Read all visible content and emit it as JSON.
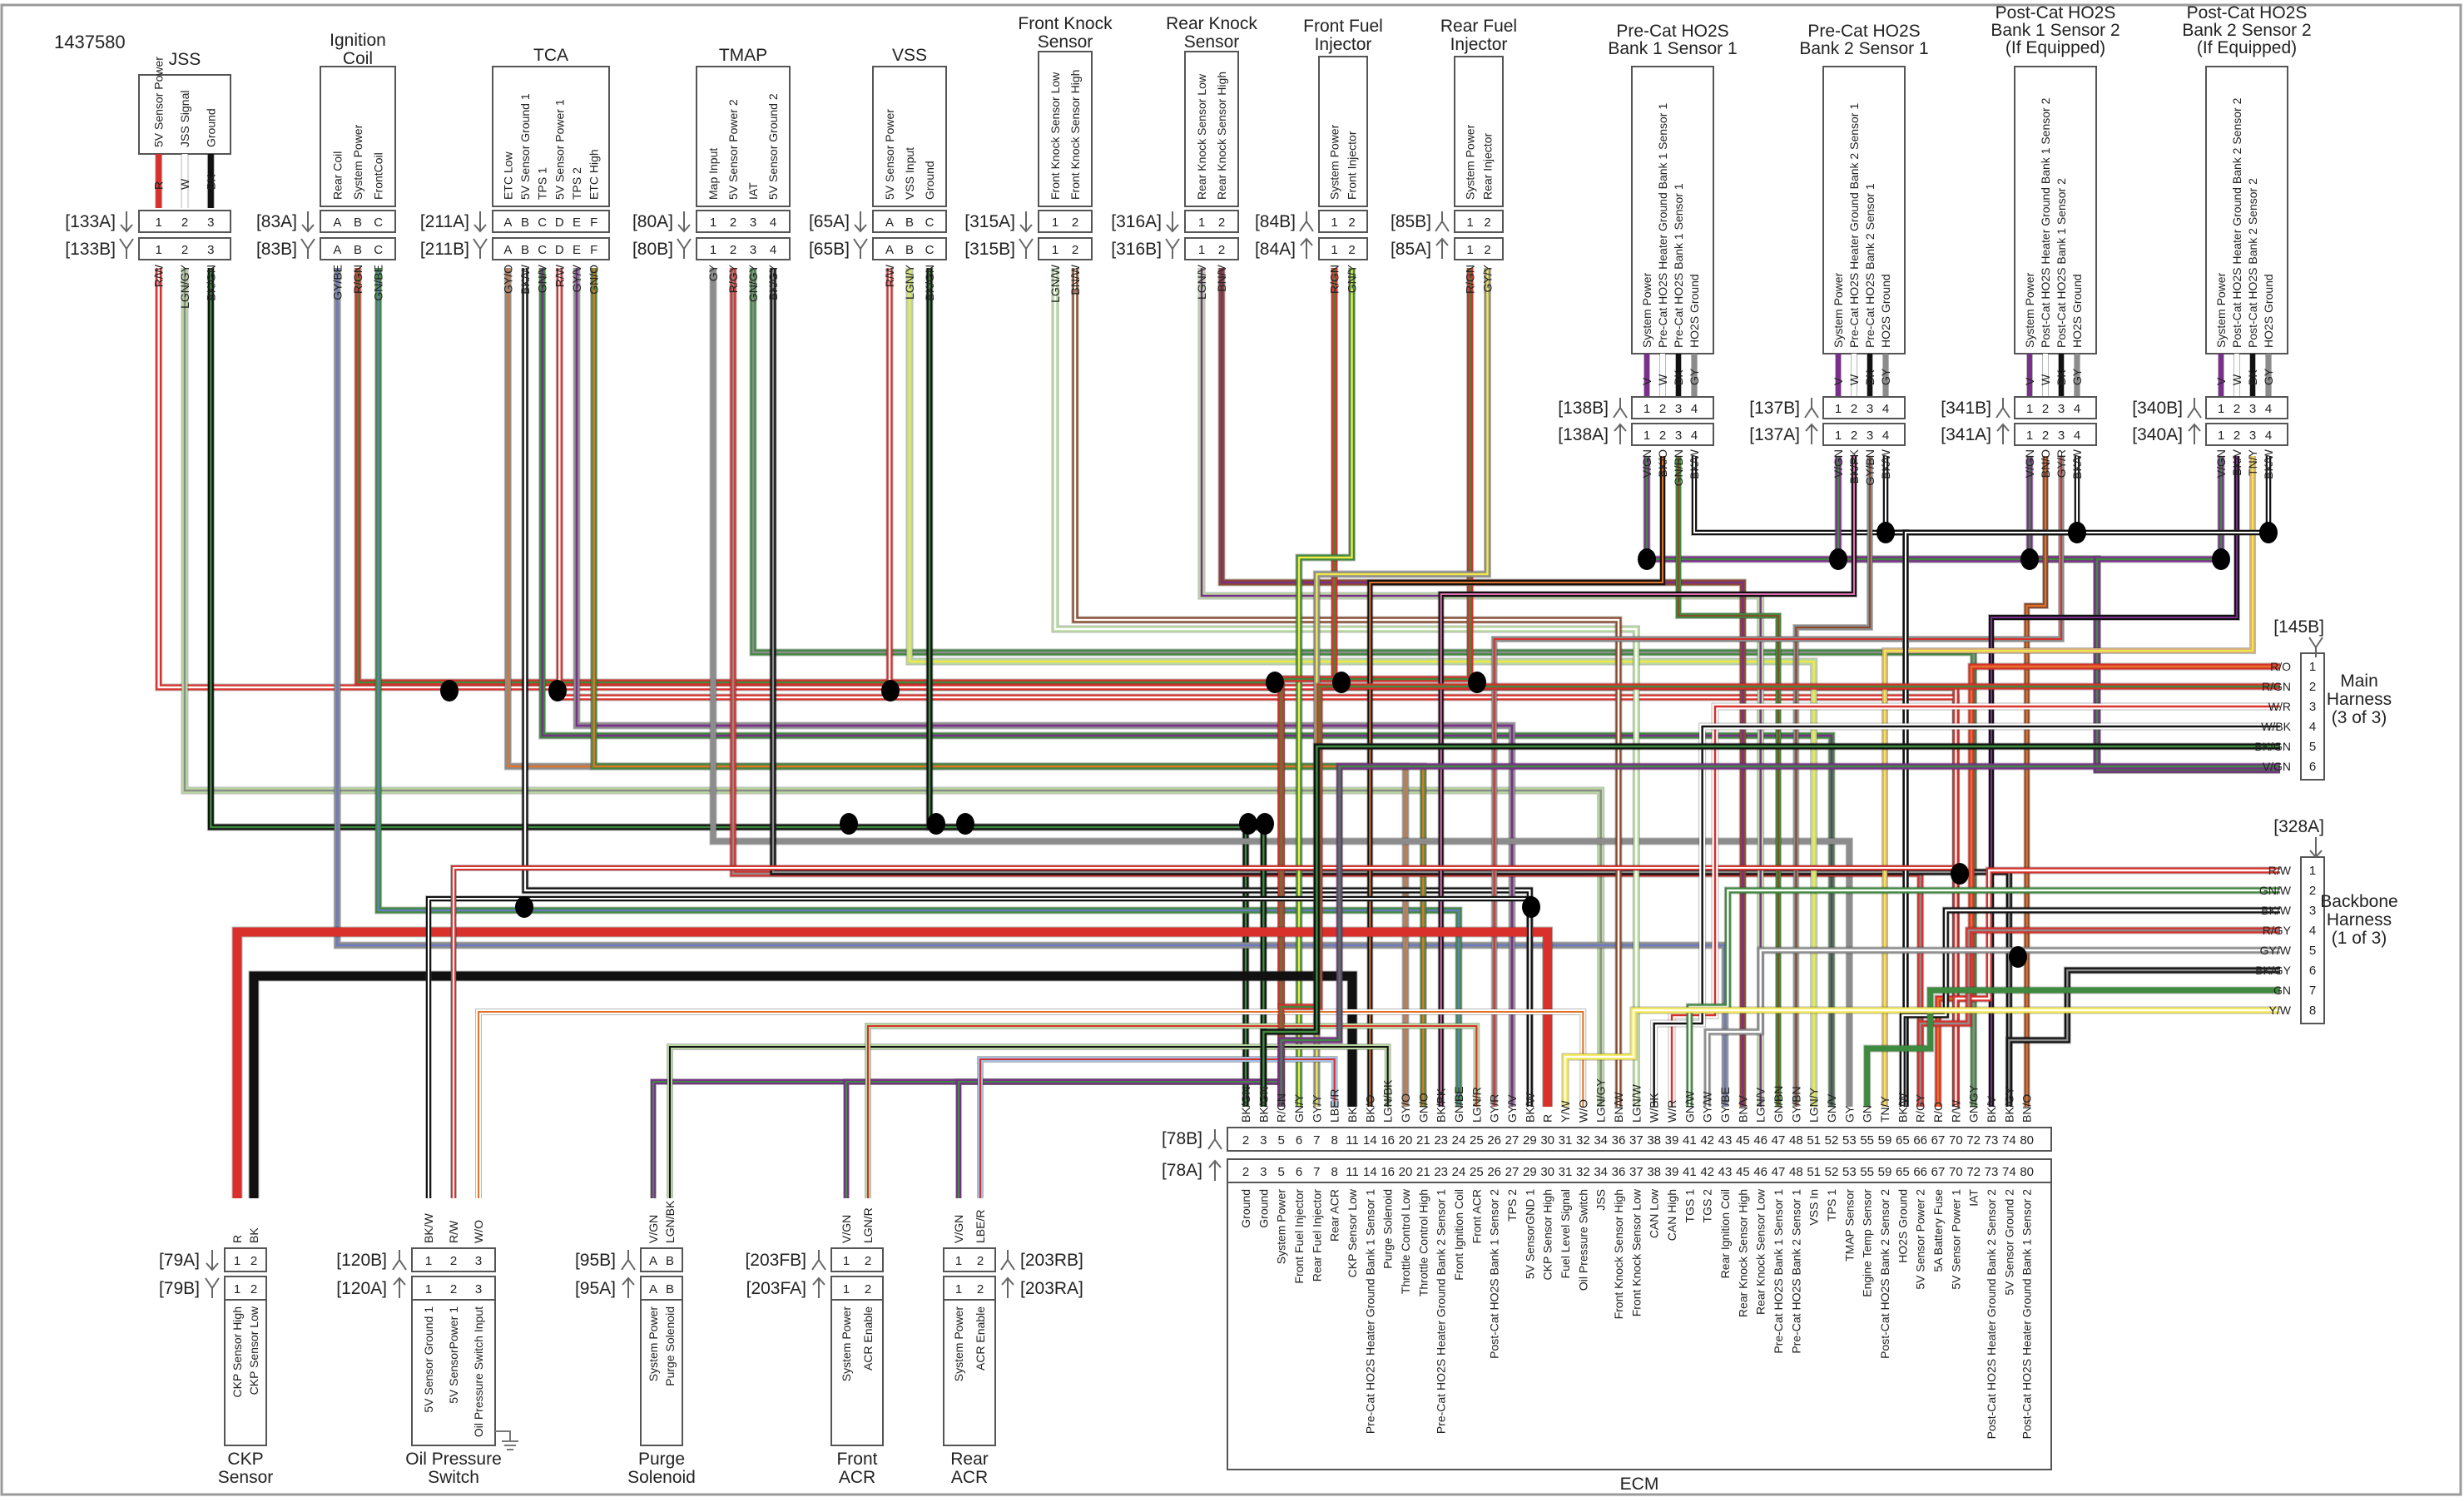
{
  "document": {
    "figure_id": "1437580",
    "ecm_label": "ECM"
  },
  "colors": {
    "R": "#d9302b",
    "BK": "#111111",
    "W": "#ffffff",
    "GN": "#3e8a3e",
    "LGN": "#b9d9a0",
    "GY": "#8c8c8c",
    "BE": "#6b7bbf",
    "LBE": "#9fc1e6",
    "BN": "#8b4a2b",
    "O": "#e2742a",
    "V": "#7b2f8c",
    "Y": "#f2e84a",
    "PK": "#e06db0",
    "TN": "#d8b27a"
  },
  "top_connectors": [
    {
      "name": "JSS",
      "id_a": "[133A]",
      "id_b": "[133B]",
      "pins": [
        "1",
        "2",
        "3"
      ],
      "functions": [
        "5V Sensor Power",
        "JSS Signal",
        "Ground"
      ],
      "sensor_wires": [
        "R",
        "W",
        "BK"
      ],
      "harness_wires": [
        "R/W",
        "LGN/GY",
        "BK/GN"
      ]
    },
    {
      "name": "Ignition Coil",
      "id_a": "[83A]",
      "id_b": "[83B]",
      "pins": [
        "A",
        "B",
        "C"
      ],
      "functions": [
        "Rear Coil",
        "System Power",
        "FrontCoil"
      ],
      "sensor_wires": [],
      "harness_wires": [
        "GY/BE",
        "R/GN",
        "GN/BE"
      ]
    },
    {
      "name": "TCA",
      "id_a": "[211A]",
      "id_b": "[211B]",
      "pins": [
        "A",
        "B",
        "C",
        "D",
        "E",
        "F"
      ],
      "functions": [
        "ETC Low",
        "5V Sensor Ground 1",
        "TPS 1",
        "5V Sensor Power 1",
        "TPS 2",
        "ETC High"
      ],
      "sensor_wires": [],
      "harness_wires": [
        "GY/O",
        "BK/W",
        "GN/V",
        "R/W",
        "GY/V",
        "GN/O"
      ]
    },
    {
      "name": "TMAP",
      "id_a": "[80A]",
      "id_b": "[80B]",
      "pins": [
        "1",
        "2",
        "3",
        "4"
      ],
      "functions": [
        "Map Input",
        "5V Sensor Power 2",
        "IAT",
        "5V Sensor Ground 2"
      ],
      "sensor_wires": [],
      "harness_wires": [
        "GY",
        "R/GY",
        "GN/GY",
        "BK/GY"
      ]
    },
    {
      "name": "VSS",
      "id_a": "[65A]",
      "id_b": "[65B]",
      "pins": [
        "A",
        "B",
        "C"
      ],
      "functions": [
        "5V Sensor Power",
        "VSS Input",
        "Ground"
      ],
      "sensor_wires": [],
      "harness_wires": [
        "R/W",
        "LGN/Y",
        "BK/GN"
      ]
    },
    {
      "name": "Front Knock Sensor",
      "id_a": "[315A]",
      "id_b": "[315B]",
      "pins": [
        "1",
        "2"
      ],
      "functions": [
        "Front Knock Sensor Low",
        "Front Knock Sensor High"
      ],
      "sensor_wires": [],
      "harness_wires": [
        "LGN/W",
        "BN/W"
      ]
    },
    {
      "name": "Rear Knock Sensor",
      "id_a": "[316A]",
      "id_b": "[316B]",
      "pins": [
        "1",
        "2"
      ],
      "functions": [
        "Rear Knock Sensor Low",
        "Rear Knock Sensor High"
      ],
      "sensor_wires": [],
      "harness_wires": [
        "LGN/V",
        "BN/V"
      ]
    },
    {
      "name": "Front Fuel Injector",
      "id_a": "[84B]",
      "id_b": "[84A]",
      "pins": [
        "1",
        "2"
      ],
      "functions": [
        "System Power",
        "Front Injector"
      ],
      "sensor_wires": [],
      "harness_wires": [
        "R/GN",
        "GN/Y"
      ]
    },
    {
      "name": "Rear Fuel Injector",
      "id_a": "[85B]",
      "id_b": "[85A]",
      "pins": [
        "1",
        "2"
      ],
      "functions": [
        "System Power",
        "Rear Injector"
      ],
      "sensor_wires": [],
      "harness_wires": [
        "R/GN",
        "GY/Y"
      ]
    }
  ],
  "ho2s_connectors": [
    {
      "name": "Pre-Cat HO2S Bank 1 Sensor 1",
      "id_b": "[138B]",
      "id_a": "[138A]",
      "pins": [
        "1",
        "2",
        "3",
        "4"
      ],
      "functions": [
        "System Power",
        "Pre-Cat HO2S Heater Ground Bank 1 Sensor 1",
        "Pre-Cat HO2S Bank 1 Sensor 1",
        "HO2S Ground"
      ],
      "sensor_wires": [
        "V",
        "W",
        "BK",
        "GY"
      ],
      "harness_wires": [
        "V/GN",
        "BK/O",
        "GN/BN",
        "BK/W"
      ]
    },
    {
      "name": "Pre-Cat HO2S Bank 2 Sensor 1",
      "id_b": "[137B]",
      "id_a": "[137A]",
      "pins": [
        "1",
        "2",
        "3",
        "4"
      ],
      "functions": [
        "System Power",
        "Pre-Cat HO2S Heater Ground Bank 2 Sensor 1",
        "Pre-Cat HO2S Bank 2 Sensor 1",
        "HO2S Ground"
      ],
      "sensor_wires": [
        "V",
        "W",
        "BK",
        "GY"
      ],
      "harness_wires": [
        "V/GN",
        "BK/PK",
        "GY/BN",
        "BK/W"
      ]
    },
    {
      "name": "Post-Cat HO2S Bank 1 Sensor 2 (If Equipped)",
      "id_b": "[341B]",
      "id_a": "[341A]",
      "pins": [
        "1",
        "2",
        "3",
        "4"
      ],
      "functions": [
        "System Power",
        "Post-Cat HO2S Heater Ground Bank 1 Sensor 2",
        "Post-Cat HO2S Bank 1 Sensor 2",
        "HO2S Ground"
      ],
      "sensor_wires": [
        "V",
        "W",
        "BK",
        "GY"
      ],
      "harness_wires": [
        "V/GN",
        "BN/O",
        "GY/R",
        "BK/W"
      ]
    },
    {
      "name": "Post-Cat HO2S Bank 2 Sensor 2 (If Equipped)",
      "id_b": "[340B]",
      "id_a": "[340A]",
      "pins": [
        "1",
        "2",
        "3",
        "4"
      ],
      "functions": [
        "System Power",
        "Post-Cat HO2S Heater Ground Bank 2 Sensor 2",
        "Post-Cat HO2S Bank 2 Sensor 2",
        "HO2S Ground"
      ],
      "sensor_wires": [
        "V",
        "W",
        "BK",
        "GY"
      ],
      "harness_wires": [
        "V/GN",
        "BK/V",
        "TN/Y",
        "BK/W"
      ]
    }
  ],
  "bottom_connectors": [
    {
      "name": "CKP Sensor",
      "id_a": "[79A]",
      "id_b": "[79B]",
      "pins": [
        "1",
        "2"
      ],
      "functions": [
        "CKP Sensor High",
        "CKP Sensor Low"
      ],
      "harness_wires": [
        "R",
        "BK"
      ]
    },
    {
      "name": "Oil Pressure Switch",
      "id_a": "[120B]",
      "id_b": "[120A]",
      "pins": [
        "1",
        "2",
        "3"
      ],
      "functions": [
        "5V Sensor Ground 1",
        "5V SensorPower 1",
        "Oil Pressure Switch Input"
      ],
      "harness_wires": [
        "BK/W",
        "R/W",
        "W/O"
      ]
    },
    {
      "name": "Purge Solenoid",
      "id_a": "[95B]",
      "id_b": "[95A]",
      "pins": [
        "A",
        "B"
      ],
      "functions": [
        "System Power",
        "Purge Solenoid"
      ],
      "harness_wires": [
        "V/GN",
        "LGN/BK"
      ]
    },
    {
      "name": "Front ACR",
      "id_a": "[203FB]",
      "id_b": "[203FA]",
      "pins": [
        "1",
        "2"
      ],
      "functions": [
        "System Power",
        "ACR Enable"
      ],
      "harness_wires": [
        "V/GN",
        "LGN/R"
      ]
    },
    {
      "name": "Rear ACR",
      "id_a": "[203RB]",
      "id_b": "[203RA]",
      "pins": [
        "1",
        "2"
      ],
      "functions": [
        "System Power",
        "ACR Enable"
      ],
      "harness_wires": [
        "V/GN",
        "LBE/R"
      ]
    }
  ],
  "harnesses": [
    {
      "name": "Main Harness (3 of 3)",
      "id": "[145B]",
      "pins": [
        {
          "pin": "1",
          "wire": "R/O"
        },
        {
          "pin": "2",
          "wire": "R/GN"
        },
        {
          "pin": "3",
          "wire": "W/R"
        },
        {
          "pin": "4",
          "wire": "W/BK"
        },
        {
          "pin": "5",
          "wire": "BK/GN"
        },
        {
          "pin": "6",
          "wire": "V/GN"
        }
      ]
    },
    {
      "name": "Backbone Harness (1 of 3)",
      "id": "[328A]",
      "pins": [
        {
          "pin": "1",
          "wire": "R/W"
        },
        {
          "pin": "2",
          "wire": "GN/W"
        },
        {
          "pin": "3",
          "wire": "BK/W"
        },
        {
          "pin": "4",
          "wire": "R/GY"
        },
        {
          "pin": "5",
          "wire": "GY/W"
        },
        {
          "pin": "6",
          "wire": "BK/GY"
        },
        {
          "pin": "7",
          "wire": "GN"
        },
        {
          "pin": "8",
          "wire": "Y/W"
        }
      ]
    }
  ],
  "ecm": {
    "id_b": "[78B]",
    "id_a": "[78A]",
    "pins": [
      {
        "pin": "2",
        "wire": "BK/GN",
        "function": "Ground"
      },
      {
        "pin": "3",
        "wire": "BK/GN",
        "function": "Ground"
      },
      {
        "pin": "5",
        "wire": "R/GN",
        "function": "System Power"
      },
      {
        "pin": "6",
        "wire": "GN/Y",
        "function": "Front Fuel Injector"
      },
      {
        "pin": "7",
        "wire": "GY/Y",
        "function": "Rear Fuel Injector"
      },
      {
        "pin": "8",
        "wire": "LBE/R",
        "function": "Rear ACR"
      },
      {
        "pin": "11",
        "wire": "BK",
        "function": "CKP Sensor Low"
      },
      {
        "pin": "14",
        "wire": "BK/O",
        "function": "Pre-Cat HO2S Heater Ground Bank 1 Sensor 1"
      },
      {
        "pin": "16",
        "wire": "LGN/BK",
        "function": "Purge Solenoid"
      },
      {
        "pin": "20",
        "wire": "GY/O",
        "function": "Throttle Control Low"
      },
      {
        "pin": "21",
        "wire": "GN/O",
        "function": "Throttle Control High"
      },
      {
        "pin": "23",
        "wire": "BK/PK",
        "function": "Pre-Cat HO2S Heater Ground Bank 2 Sensor 1"
      },
      {
        "pin": "24",
        "wire": "GN/BE",
        "function": "Front Ignition Coil"
      },
      {
        "pin": "25",
        "wire": "LGN/R",
        "function": "Front ACR"
      },
      {
        "pin": "26",
        "wire": "GY/R",
        "function": "Post-Cat HO2S  Bank 1 Sensor 2"
      },
      {
        "pin": "27",
        "wire": "GY/V",
        "function": "TPS 2"
      },
      {
        "pin": "29",
        "wire": "BK/W",
        "function": "5V SensorGND 1"
      },
      {
        "pin": "30",
        "wire": "R",
        "function": "CKP Sensor High"
      },
      {
        "pin": "31",
        "wire": "Y/W",
        "function": "Fuel Level Signal"
      },
      {
        "pin": "32",
        "wire": "W/O",
        "function": "Oil Pressure Switch"
      },
      {
        "pin": "34",
        "wire": "LGN/GY",
        "function": "JSS"
      },
      {
        "pin": "36",
        "wire": "BN/W",
        "function": "Front Knock Sensor High"
      },
      {
        "pin": "37",
        "wire": "LGN/W",
        "function": "Front Knock Sensor Low"
      },
      {
        "pin": "38",
        "wire": "W/BK",
        "function": "CAN Low"
      },
      {
        "pin": "39",
        "wire": "W/R",
        "function": "CAN High"
      },
      {
        "pin": "41",
        "wire": "GN/W",
        "function": "TGS 1"
      },
      {
        "pin": "42",
        "wire": "GY/W",
        "function": "TGS 2"
      },
      {
        "pin": "43",
        "wire": "GY/BE",
        "function": "Rear Ignition Coil"
      },
      {
        "pin": "45",
        "wire": "BN/V",
        "function": "Rear Knock Sensor High"
      },
      {
        "pin": "46",
        "wire": "LGN/V",
        "function": "Rear Knock Sensor Low"
      },
      {
        "pin": "47",
        "wire": "GN/BN",
        "function": "Pre-Cat HO2S Bank 1 Sensor 1"
      },
      {
        "pin": "48",
        "wire": "GY/BN",
        "function": "Pre-Cat HO2S Bank 2 Sensor 1"
      },
      {
        "pin": "51",
        "wire": "LGN/Y",
        "function": "VSS In"
      },
      {
        "pin": "52",
        "wire": "GN/V",
        "function": "TPS 1"
      },
      {
        "pin": "53",
        "wire": "GY",
        "function": "TMAP Sensor"
      },
      {
        "pin": "55",
        "wire": "GN",
        "function": "Engine Temp Sensor"
      },
      {
        "pin": "59",
        "wire": "TN/Y",
        "function": "Post-Cat HO2S  Bank 2 Sensor 2"
      },
      {
        "pin": "65",
        "wire": "BK/W",
        "function": "HO2S Ground"
      },
      {
        "pin": "66",
        "wire": "R/GY",
        "function": "5V Sensor Power 2"
      },
      {
        "pin": "67",
        "wire": "R/O",
        "function": "5A Battery Fuse"
      },
      {
        "pin": "70",
        "wire": "R/W",
        "function": "5V Sensor Power 1"
      },
      {
        "pin": "72",
        "wire": "GN/GY",
        "function": "IAT"
      },
      {
        "pin": "73",
        "wire": "BK/V",
        "function": "Post-Cat HO2S Heater Ground Bank 2 Sensor 2"
      },
      {
        "pin": "74",
        "wire": "BK/GY",
        "function": "5V Sensor Ground 2"
      },
      {
        "pin": "80",
        "wire": "BN/O",
        "function": "Post-Cat HO2S Heater Ground Bank 1 Sensor 2"
      }
    ]
  }
}
